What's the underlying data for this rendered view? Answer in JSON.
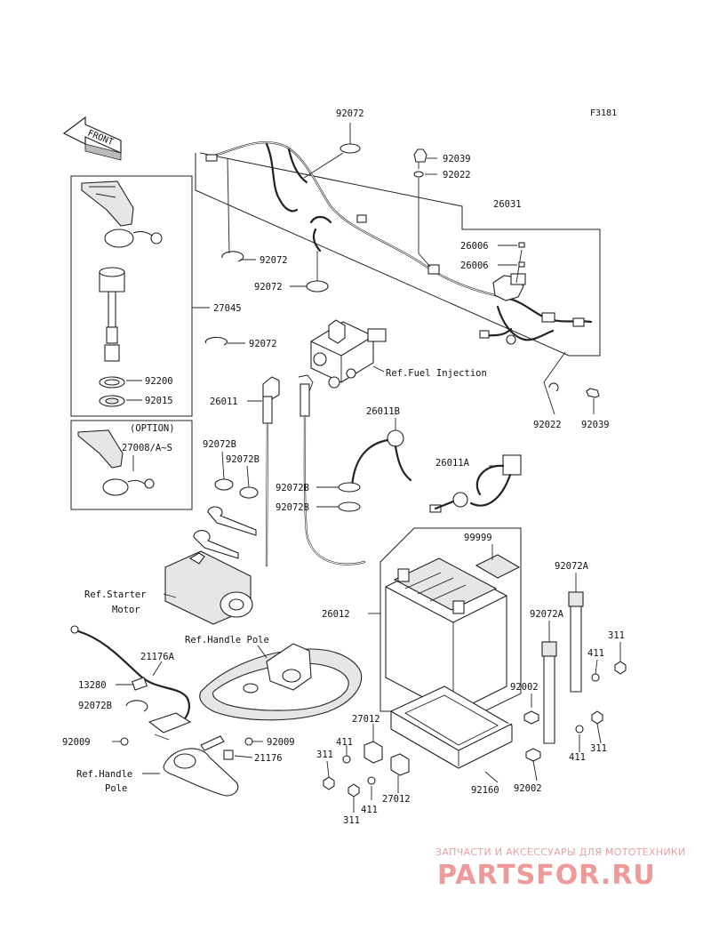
{
  "figure_id": "F3181",
  "front_label": "FRONT",
  "labels": {
    "p92072_top": "92072",
    "p92039_top": "92039",
    "p92022_top": "92022",
    "p26031": "26031",
    "p26006_a": "26006",
    "p26006_b": "26006",
    "p92072_b": "92072",
    "p92072_c": "92072",
    "p27045": "27045",
    "p92072_d": "92072",
    "ref_fuel_injection": "Ref.Fuel Injection",
    "p92200": "92200",
    "p92015": "92015",
    "option": "(OPTION)",
    "p27008": "27008/A~S",
    "p26011": "26011",
    "p26011b": "26011B",
    "p92022_r": "92022",
    "p92039_r": "92039",
    "p92072b_a": "92072B",
    "p92072b_b": "92072B",
    "p26011a": "26011A",
    "p92072b_c": "92072B",
    "p92072b_d": "92072B",
    "p99999": "99999",
    "p92072a_a": "92072A",
    "ref_starter_1": "Ref.Starter",
    "ref_starter_2": "Motor",
    "p26012": "26012",
    "p92072a_b": "92072A",
    "ref_handle_pole_top": "Ref.Handle Pole",
    "p311_a": "311",
    "p21176a": "21176A",
    "p411_a": "411",
    "p13280": "13280",
    "p92002_a": "92002",
    "p92072b_e": "92072B",
    "p27012_a": "27012",
    "p311_b": "311",
    "p92009_a": "92009",
    "p92009_b": "92009",
    "p411_b": "411",
    "p21176": "21176",
    "p311_c": "311",
    "p411_c": "411",
    "ref_handle_pole_1": "Ref.Handle",
    "ref_handle_pole_2": "Pole",
    "p92160": "92160",
    "p92002_b": "92002",
    "p411_d": "411",
    "p27012_b": "27012",
    "p311_d": "311"
  },
  "watermark": {
    "line1": "ЗАПЧАСТИ И АКСЕССУАРЫ ДЛЯ МОТОТЕХНИКИ",
    "line2": "PARTSFOR.RU"
  }
}
